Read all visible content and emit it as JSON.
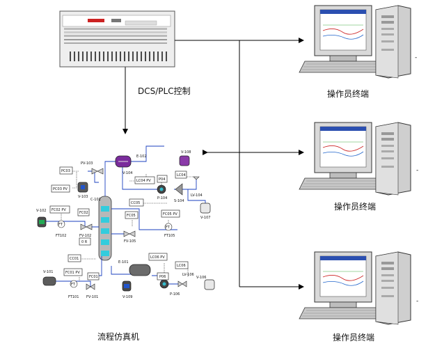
{
  "labels": {
    "dcs": "DCS/PLC控制",
    "sim": "流程仿真机",
    "terminals": [
      "操作员终端",
      "操作员终端",
      "操作员终端"
    ],
    "dash": "-"
  },
  "pfd_tags": {
    "boxes": [
      "PC03",
      "PC03 PV",
      "FC02 PV",
      "FC02",
      "LC04 PV",
      "P04",
      "LC04",
      "CC05",
      "FC05",
      "FC05 PV",
      "0 R",
      "CC01",
      "FC01 PV",
      "FC01",
      "LC06 PV",
      "P06",
      "LC06"
    ],
    "tags": [
      "PV-103",
      "C-101",
      "E-102",
      "V-108",
      "V-104",
      "V-103",
      "P-104",
      "S-104",
      "LV-104",
      "V-107",
      "V-102",
      "FT102",
      "FV-102",
      "FV-105",
      "FT105",
      "E-101",
      "V-101",
      "FT101",
      "FV-101",
      "V-109",
      "P-106",
      "LV-106",
      "V-106"
    ]
  }
}
